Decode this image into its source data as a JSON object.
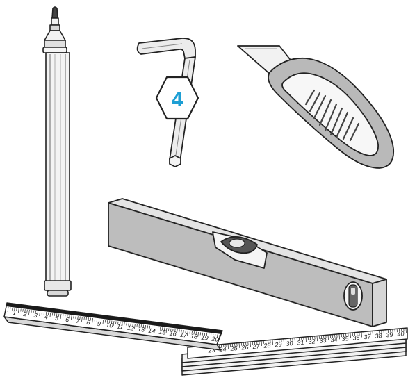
{
  "allen_key": {
    "size_label": "4",
    "label_color": "#1e9fd4"
  },
  "ruler_top": {
    "labels": [
      "1",
      "2",
      "3",
      "4",
      "5",
      "6",
      "7",
      "8",
      "9",
      "10",
      "11",
      "12",
      "13",
      "14",
      "15",
      "16",
      "17",
      "18",
      "19",
      "20"
    ]
  },
  "ruler_bottom": {
    "labels": [
      "23",
      "24",
      "25",
      "26",
      "27",
      "28",
      "29",
      "30",
      "31",
      "32",
      "33",
      "34",
      "35",
      "36",
      "37",
      "38",
      "39",
      "40"
    ]
  },
  "colors": {
    "outline": "#222222",
    "tool_grey": "#b8b8b8",
    "light_grey": "#e6e6e6",
    "white": "#ffffff"
  }
}
